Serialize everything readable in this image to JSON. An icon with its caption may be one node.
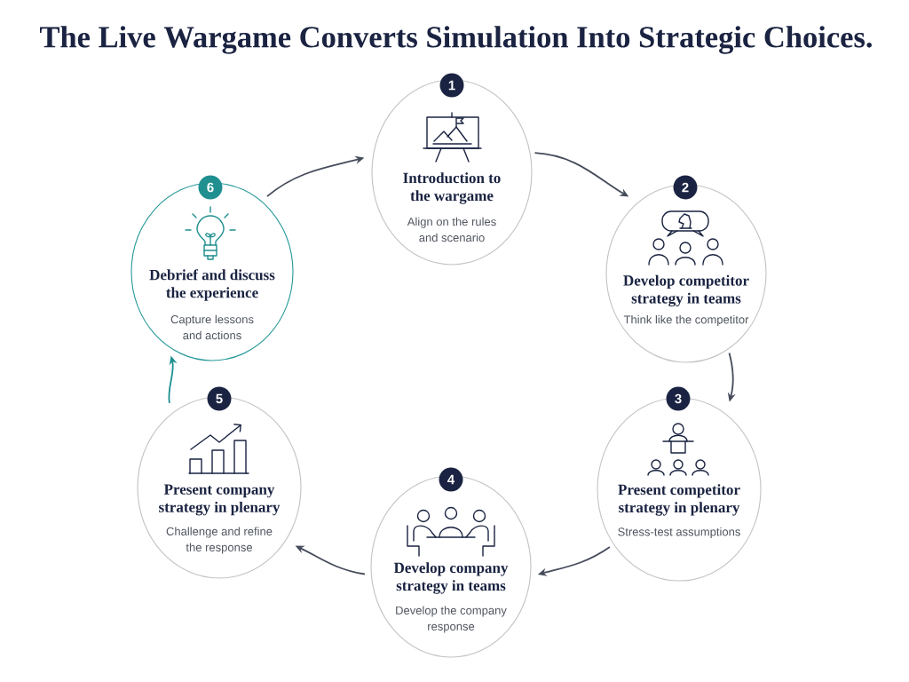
{
  "diagram": {
    "title": "The Live Wargame Converts Simulation Into Strategic Choices.",
    "nodes": [
      {
        "text": [
          "1",
          "Introduction to the wargame",
          "Align on the rules and scenario"
        ]
      },
      {
        "text": [
          "2",
          "Develop competitor strategy in teams",
          "Think like the competitor"
        ]
      },
      {
        "text": [
          "3",
          "Present competitor strategy in plenary",
          "Stress-test assumptions"
        ]
      },
      {
        "text": [
          "4",
          "Develop company strategy in teams",
          "Develop the company response"
        ]
      },
      {
        "text": [
          "5",
          "Present company strategy in plenary",
          "Challenge and refine the response"
        ]
      },
      {
        "text": [
          "6",
          "Debrief and discuss the experience",
          "Capture lessons and actions"
        ]
      }
    ],
    "edges": [
      {
        "from": 0,
        "to": 1,
        "arrow": "to"
      },
      {
        "from": 1,
        "to": 2,
        "arrow": "to"
      },
      {
        "from": 2,
        "to": 3,
        "arrow": "to"
      },
      {
        "from": 3,
        "to": 4,
        "arrow": "to"
      },
      {
        "from": 4,
        "to": 5,
        "arrow": "to",
        "color": "#1f9090"
      },
      {
        "from": 5,
        "to": 0,
        "arrow": "to"
      }
    ]
  }
}
